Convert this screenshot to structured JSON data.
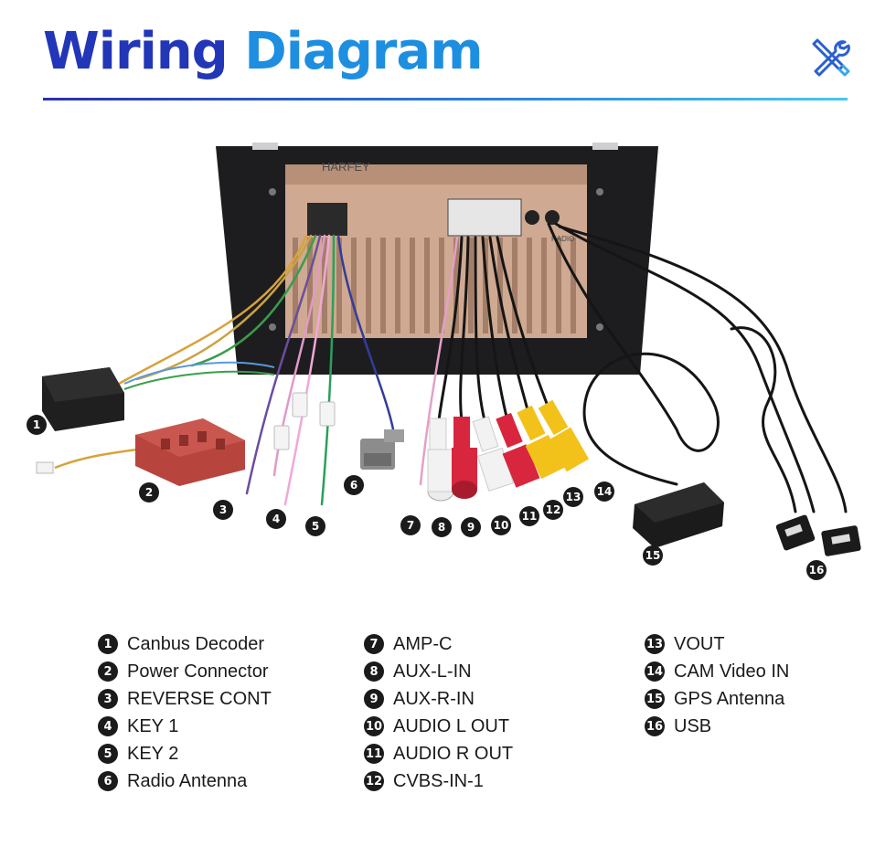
{
  "header": {
    "title_word1": "Wiring",
    "title_word2": "Diagram"
  },
  "device": {
    "brand": "HARFEY",
    "port_label": "RADIO"
  },
  "colors": {
    "title_primary": "#2236b8",
    "title_accent": "#1e8ee0",
    "underline_start": "#2a2fb0",
    "underline_end": "#49c8ee",
    "badge": "#1b1b1b",
    "rca_red": "#d7263d",
    "rca_white": "#f2f2f2",
    "rca_yellow": "#f2c21b",
    "connector_red": "#b8443e"
  },
  "header_icon": "tools-icon",
  "legend": {
    "col1": [
      {
        "num": "1",
        "label": "Canbus Decoder"
      },
      {
        "num": "2",
        "label": "Power Connector"
      },
      {
        "num": "3",
        "label": "REVERSE CONT"
      },
      {
        "num": "4",
        "label": "KEY 1"
      },
      {
        "num": "5",
        "label": "KEY 2"
      },
      {
        "num": "6",
        "label": "Radio Antenna"
      }
    ],
    "col2": [
      {
        "num": "7",
        "label": "AMP-C"
      },
      {
        "num": "8",
        "label": "AUX-L-IN"
      },
      {
        "num": "9",
        "label": "AUX-R-IN"
      },
      {
        "num": "10",
        "label": "AUDIO L OUT"
      },
      {
        "num": "11",
        "label": "AUDIO R OUT"
      },
      {
        "num": "12",
        "label": "CVBS-IN-1"
      }
    ],
    "col3": [
      {
        "num": "13",
        "label": "VOUT"
      },
      {
        "num": "14",
        "label": "CAM Video IN"
      },
      {
        "num": "15",
        "label": "GPS Antenna"
      },
      {
        "num": "16",
        "label": "USB"
      }
    ]
  },
  "callouts": [
    "1",
    "2",
    "3",
    "4",
    "5",
    "6",
    "7",
    "8",
    "9",
    "10",
    "11",
    "12",
    "13",
    "14",
    "15",
    "16"
  ]
}
